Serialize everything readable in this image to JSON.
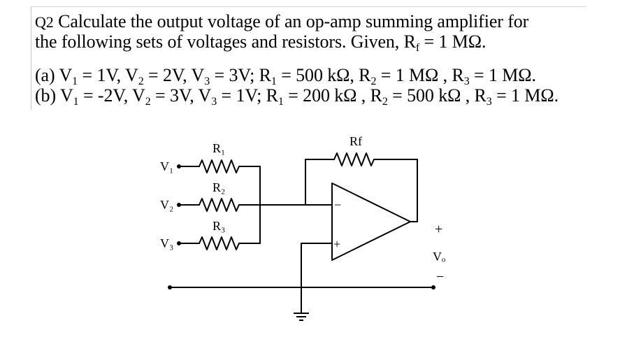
{
  "question": {
    "number": "Q2",
    "line1_text": "Calculate the output voltage of an op-amp summing amplifier for",
    "line2_text": "the following sets of voltages and resistors. Given, R",
    "line2_sub": "f",
    "line2_tail": " = 1 MΩ.",
    "part_a": {
      "tag": "(a)",
      "segments": [
        {
          "t": " V"
        },
        {
          "s": "1"
        },
        {
          "t": " = 1V, V"
        },
        {
          "s": "2"
        },
        {
          "t": " = 2V, V"
        },
        {
          "s": "3"
        },
        {
          "t": " = 3V; R"
        },
        {
          "s": "1"
        },
        {
          "t": " = 500 kΩ, R"
        },
        {
          "s": "2"
        },
        {
          "t": " = 1 MΩ , R"
        },
        {
          "s": "3"
        },
        {
          "t": " = 1 MΩ."
        }
      ]
    },
    "part_b": {
      "tag": "(b)",
      "segments": [
        {
          "t": " V"
        },
        {
          "s": "1"
        },
        {
          "t": " = -2V, V"
        },
        {
          "s": "2"
        },
        {
          "t": " = 3V, V"
        },
        {
          "s": "3"
        },
        {
          "t": " = 1V; R"
        },
        {
          "s": "1"
        },
        {
          "t": " = 200 kΩ , R"
        },
        {
          "s": "2"
        },
        {
          "t": " = 500 kΩ , R"
        },
        {
          "s": "3"
        },
        {
          "t": " = 1 MΩ."
        }
      ]
    }
  },
  "diagram": {
    "labels": {
      "v1": "V₁",
      "v2": "V₂",
      "v3": "V₃",
      "r1": "R₁",
      "r2": "R₂",
      "r3": "R₃",
      "rf": "Rf",
      "inv_input": "−",
      "noninv_input": "+",
      "out_plus": "+",
      "out_label": "Vₒ",
      "out_minus": "−"
    },
    "colors": {
      "wire": "#000000",
      "text": "#000000"
    }
  }
}
